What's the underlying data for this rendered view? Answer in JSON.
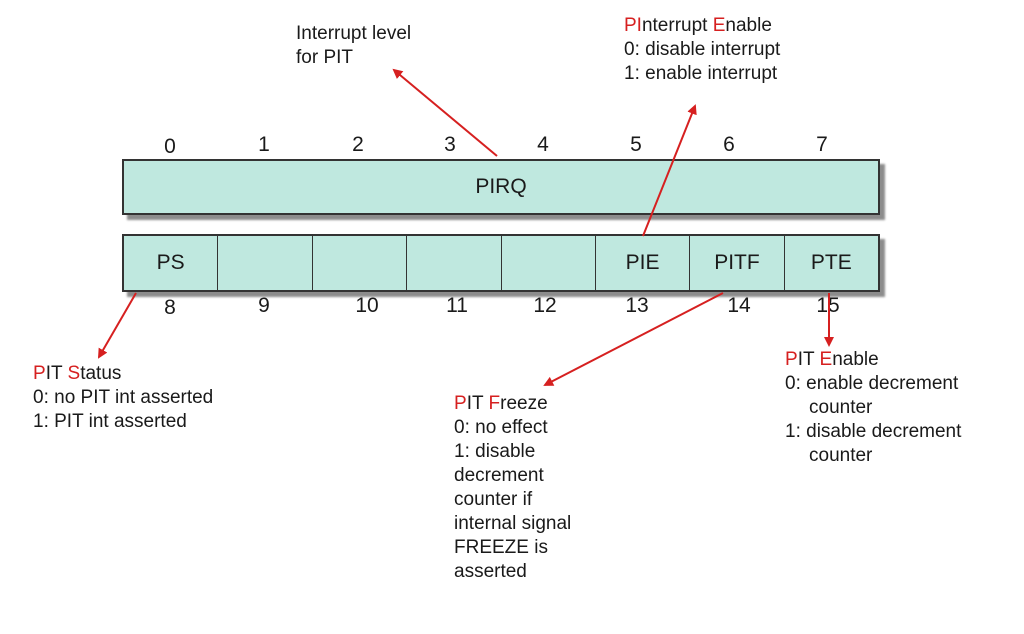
{
  "top_bits": [
    "0",
    "1",
    "2",
    "3",
    "4",
    "5",
    "6",
    "7"
  ],
  "bottom_bits": [
    "8",
    "9",
    "10",
    "11",
    "12",
    "13",
    "14",
    "15"
  ],
  "pirq": "PIRQ",
  "cells": [
    "PS",
    "",
    "",
    "",
    "",
    "PIE",
    "PITF",
    "PTE"
  ],
  "interrupt_level": {
    "line1": "Interrupt level",
    "line2": "for PIT"
  },
  "pie_desc": {
    "t1a": "PI",
    "t1b": "nterrupt ",
    "t1c": "E",
    "t1d": "nable",
    "line2": "0: disable interrupt",
    "line3": "1: enable interrupt"
  },
  "ps_desc": {
    "t1a": "P",
    "t1b": "IT ",
    "t1c": "S",
    "t1d": "tatus",
    "line2": "0: no PIT int asserted",
    "line3": "1: PIT int asserted"
  },
  "pitf_desc": {
    "t1a": "P",
    "t1b": "IT ",
    "t1c": "F",
    "t1d": "reeze",
    "line2": "0: no effect",
    "line3": "1: disable",
    "line4": "decrement",
    "line5": "counter if",
    "line6": "internal signal",
    "line7": "FREEZE is",
    "line8": "asserted"
  },
  "pte_desc": {
    "t1a": "P",
    "t1b": "IT ",
    "t1c": "E",
    "t1d": "nable",
    "line2": "0: enable decrement",
    "line3": "counter",
    "line4": "1: disable decrement",
    "line5": "counter"
  },
  "colors": {
    "cell_fill": "#bfe8df",
    "accent": "#d62020"
  }
}
